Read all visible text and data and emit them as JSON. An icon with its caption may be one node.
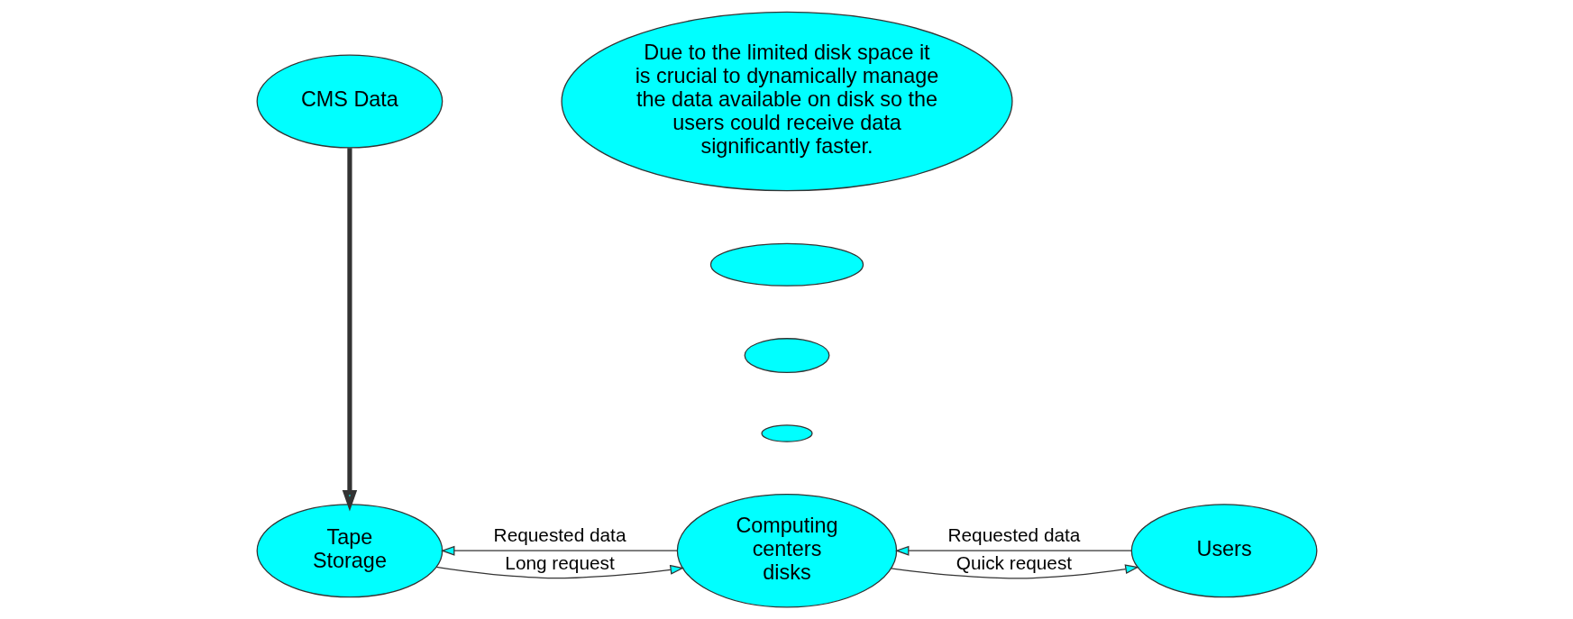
{
  "diagram": {
    "nodes": [
      {
        "text": [
          "CMS Data"
        ]
      },
      {
        "text": [
          "Tape Storage"
        ]
      },
      {
        "text": [
          "Computing centers disks"
        ]
      },
      {
        "text": [
          "Users"
        ]
      },
      {
        "text": [
          "Due to the limited disk space it is crucial to dynamically manage the data available on disk so the users could receive data significantly faster."
        ]
      },
      {
        "text": [],
        "shape": "ellipse"
      },
      {
        "text": [],
        "shape": "ellipse"
      },
      {
        "text": [],
        "shape": "ellipse"
      }
    ],
    "edges": [
      {
        "from": 0,
        "to": 1,
        "arrow": "to",
        "style": "thick"
      },
      {
        "from": 2,
        "to": 1,
        "arrow": "to",
        "label": "Requested data"
      },
      {
        "from": 1,
        "to": 2,
        "arrow": "to",
        "label": "Long request"
      },
      {
        "from": 3,
        "to": 2,
        "arrow": "to",
        "label": "Requested data"
      },
      {
        "from": 2,
        "to": 3,
        "arrow": "to",
        "label": "Quick request"
      }
    ]
  }
}
